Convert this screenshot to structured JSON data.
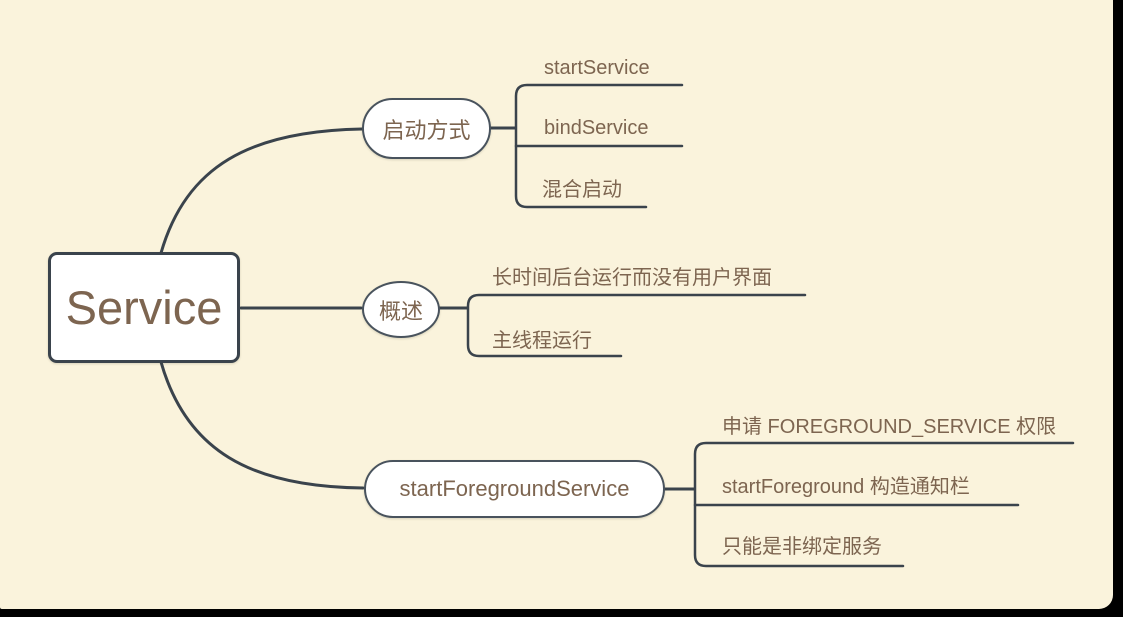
{
  "colors": {
    "background": "#FAF3DC",
    "frame": "#000000",
    "line": "#3A434C",
    "node_border": "#49535D",
    "node_fill": "#FFFFFF",
    "text": "#7D6550"
  },
  "mindmap": {
    "root": {
      "label": "Service"
    },
    "branches": [
      {
        "label": "启动方式",
        "children": [
          {
            "label": "startService"
          },
          {
            "label": "bindService"
          },
          {
            "label": "混合启动"
          }
        ]
      },
      {
        "label": "概述",
        "children": [
          {
            "label": "长时间后台运行而没有用户界面"
          },
          {
            "label": "主线程运行"
          }
        ]
      },
      {
        "label": "startForegroundService",
        "children": [
          {
            "label": "申请 FOREGROUND_SERVICE 权限"
          },
          {
            "label": "startForeground 构造通知栏"
          },
          {
            "label": "只能是非绑定服务"
          }
        ]
      }
    ]
  }
}
